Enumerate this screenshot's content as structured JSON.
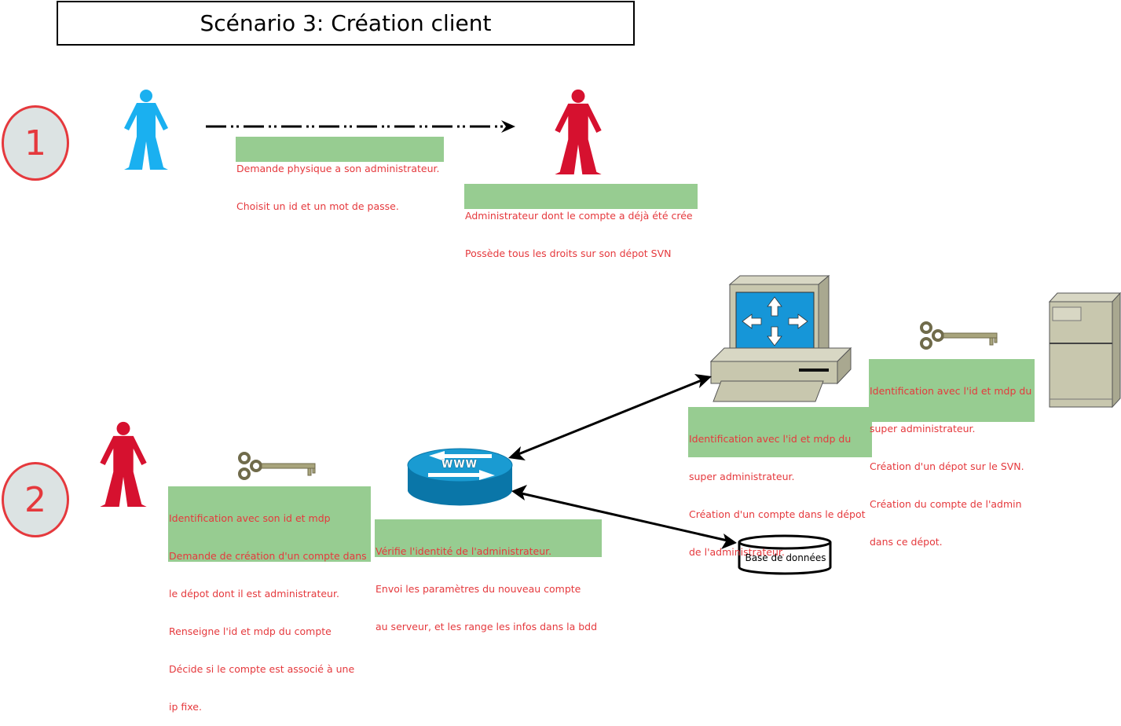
{
  "title": "Scénario 3: Création client",
  "steps": [
    "1",
    "2"
  ],
  "notes": {
    "demande": [
      "Demande physique a son administrateur.",
      "Choisit un id et un mot de passe."
    ],
    "admin": [
      "Administrateur dont le compte a déjà été crée",
      "Possède tous les droits sur son dépot SVN"
    ],
    "identification": [
      "Identification avec son id et mdp",
      "Demande de création d'un compte dans",
      "le dépot dont il est administrateur.",
      "Renseigne l'id et mdp du compte",
      "Décide si le compte est associé à une",
      "ip fixe."
    ],
    "web": [
      "Vérifie l'identité de l'administrateur.",
      "Envoi les paramètres du nouveau compte",
      "au serveur, et les range les infos dans la bdd"
    ],
    "pc": [
      "Identification avec l'id et mdp du",
      "super administrateur.",
      "Création d'un compte dans le dépot",
      "de l'administrateur."
    ],
    "server": [
      "Identification avec l'id et mdp du",
      "super administrateur.",
      "Création d'un dépot sur le SVN.",
      "Création du compte de l'admin",
      "dans ce dépot."
    ]
  },
  "router_label": "WWW",
  "database_label": "Base de données",
  "colors": {
    "user": "#1ab0f0",
    "admin": "#d6112f",
    "note_bg": "#97cc91",
    "note_text": "#e5393d",
    "step_circle": "#dce3e3"
  }
}
